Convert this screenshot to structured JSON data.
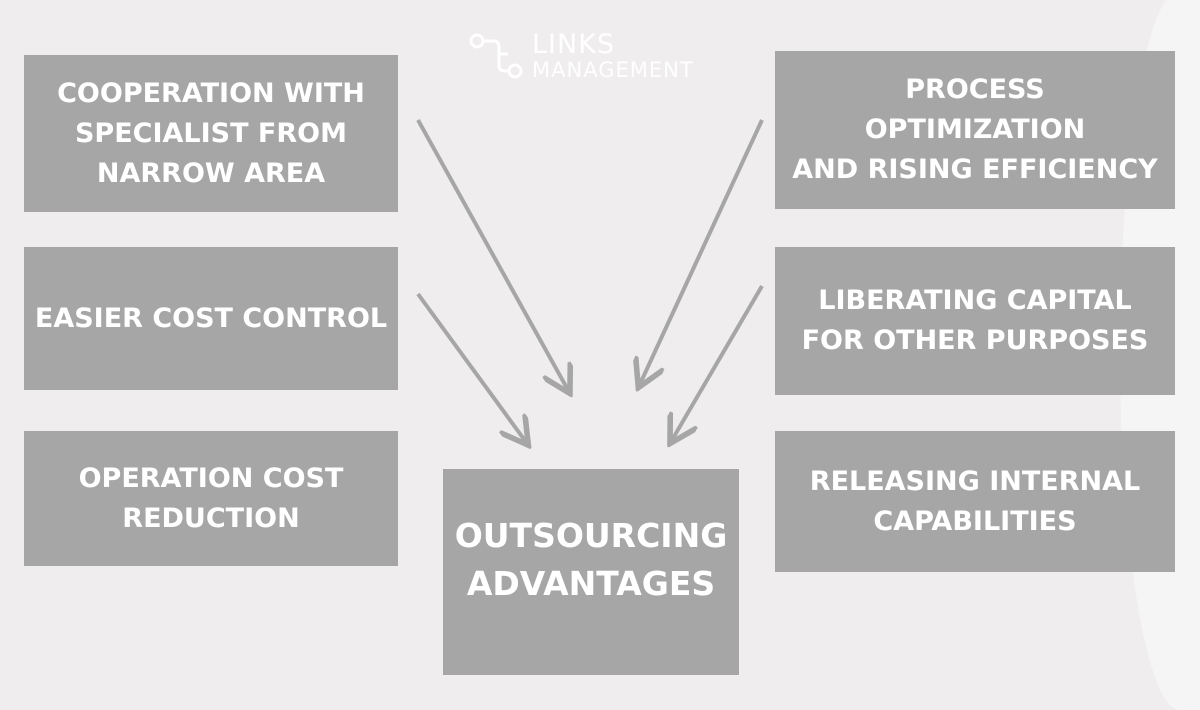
{
  "logo": {
    "line1": "LINKS",
    "line2": "MANAGEMENT",
    "icon": "links-logo-icon"
  },
  "center": {
    "label": "OUTSOURCING\nADVANTAGES"
  },
  "left_items": [
    {
      "label": "COOPERATION WITH\nSPECIALIST FROM\nNARROW AREA"
    },
    {
      "label": "EASIER COST CONTROL"
    },
    {
      "label": "OPERATION COST\nREDUCTION"
    }
  ],
  "right_items": [
    {
      "label": "PROCESS\nOPTIMIZATION\nAND RISING EFFICIENCY"
    },
    {
      "label": "LIBERATING CAPITAL\nFOR OTHER PURPOSES"
    },
    {
      "label": "RELEASING INTERNAL\nCAPABILITIES"
    }
  ],
  "colors": {
    "background": "#efeded",
    "box": "#a6a6a6",
    "text": "#ffffff",
    "arrow": "#a6a6a6"
  }
}
